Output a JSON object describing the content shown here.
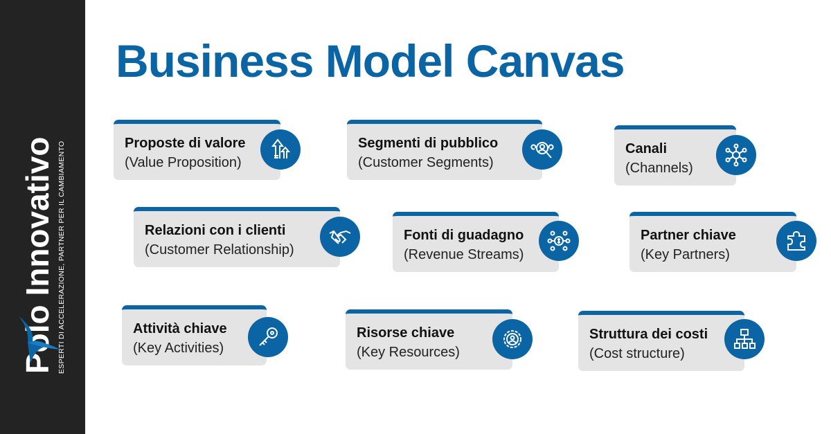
{
  "brand": {
    "name": "Polo Innovativo",
    "tagline": "ESPERTI DI ACCELERAZIONE, PARTNER PER IL CAMBIAMENTO"
  },
  "title": "Business Model Canvas",
  "accent": "#0b64a3",
  "cards": [
    {
      "title": "Proposte di valore",
      "subtitle": "(Value Proposition)",
      "icon": "arrows-up-icon"
    },
    {
      "title": "Segmenti di pubblico",
      "subtitle": "(Customer Segments)",
      "icon": "people-search-icon"
    },
    {
      "title": "Canali",
      "subtitle": "(Channels)",
      "icon": "network-icon"
    },
    {
      "title": "Relazioni con i clienti",
      "subtitle": "(Customer Relationship)",
      "icon": "handshake-icon"
    },
    {
      "title": "Fonti di guadagno",
      "subtitle": "(Revenue Streams)",
      "icon": "money-network-icon"
    },
    {
      "title": "Partner chiave",
      "subtitle": "(Key Partners)",
      "icon": "puzzle-icon"
    },
    {
      "title": "Attività chiave",
      "subtitle": "(Key Activities)",
      "icon": "key-icon"
    },
    {
      "title": "Risorse chiave",
      "subtitle": "(Key Resources)",
      "icon": "gear-person-icon"
    },
    {
      "title": "Struttura dei costi",
      "subtitle": "(Cost structure)",
      "icon": "hierarchy-icon"
    }
  ]
}
